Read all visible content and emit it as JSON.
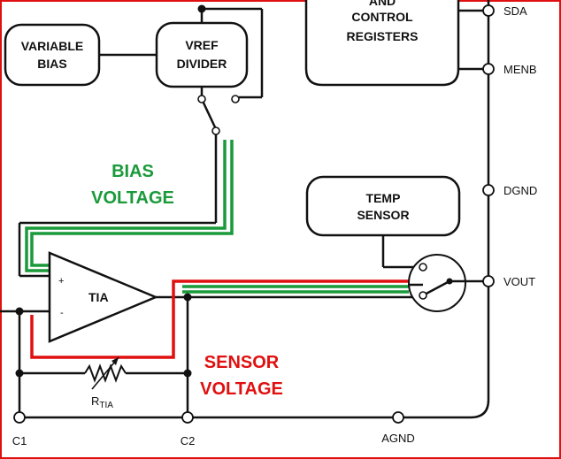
{
  "blocks": {
    "variable_bias": [
      "VARIABLE",
      "BIAS"
    ],
    "vref_divider": [
      "VREF",
      "DIVIDER"
    ],
    "control_registers": [
      "AND",
      "CONTROL",
      "REGISTERS"
    ],
    "temp_sensor": [
      "TEMP",
      "SENSOR"
    ],
    "tia": "TIA"
  },
  "pins": {
    "sda": "SDA",
    "menb": "MENB",
    "dgnd": "DGND",
    "vout": "VOUT",
    "agnd": "AGND",
    "c1": "C1",
    "c2": "C2"
  },
  "resistor": {
    "main": "R",
    "sub": "TIA"
  },
  "opamp": {
    "plus": "+",
    "minus": "-"
  },
  "annotations": {
    "bias": [
      "BIAS",
      "VOLTAGE"
    ],
    "sensor": [
      "SENSOR",
      "VOLTAGE"
    ]
  },
  "colors": {
    "bias_path": "#1a9a3a",
    "sensor_path": "#e01010",
    "frame": "#e01010"
  }
}
